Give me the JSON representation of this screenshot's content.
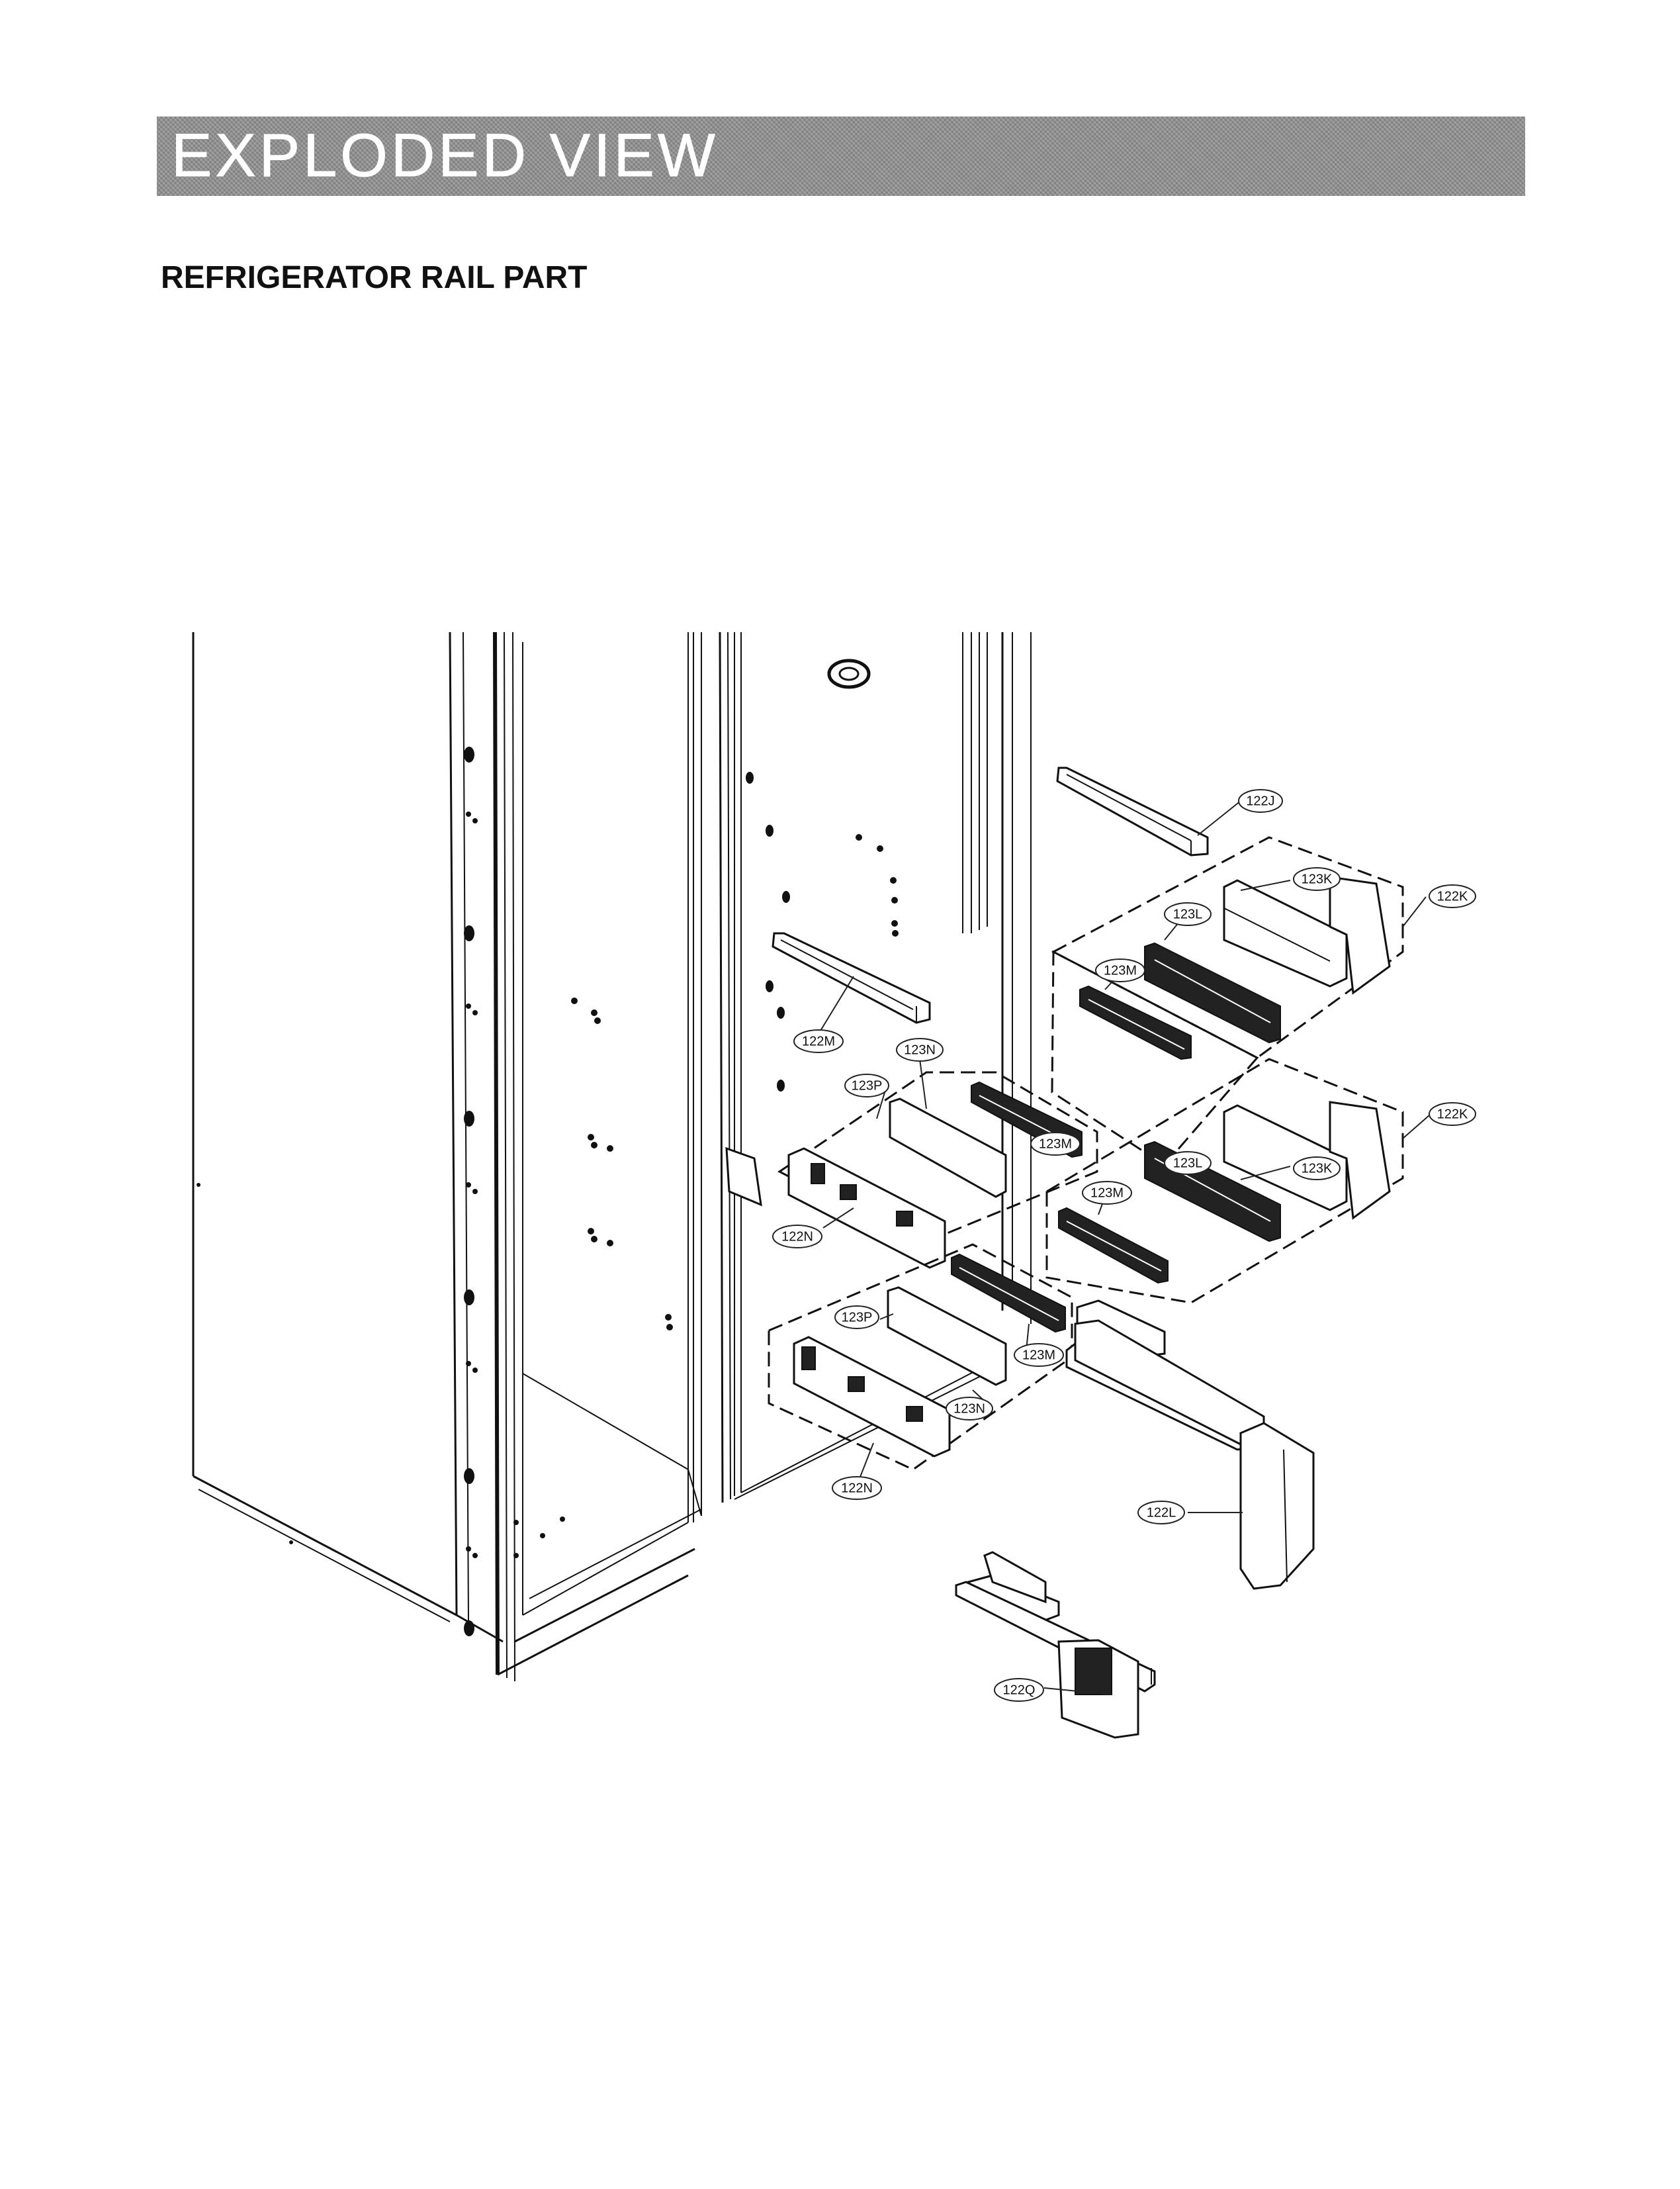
{
  "header": {
    "title": "EXPLODED VIEW"
  },
  "section": {
    "title": "REFRIGERATOR RAIL PART"
  },
  "callouts": {
    "c122J": "122J",
    "c123K_a": "123K",
    "c122K_a": "122K",
    "c123L_a": "123L",
    "c123M_a": "123M",
    "c122M": "122M",
    "c123N_a": "123N",
    "c123P_a": "123P",
    "c123M_b": "123M",
    "c122N_a": "122N",
    "c123K_b": "123K",
    "c122K_b": "122K",
    "c123L_b": "123L",
    "c123M_c": "123M",
    "c123P_b": "123P",
    "c123M_d": "123M",
    "c123N_b": "123N",
    "c122N_b": "122N",
    "c122L": "122L",
    "c122Q": "122Q"
  }
}
